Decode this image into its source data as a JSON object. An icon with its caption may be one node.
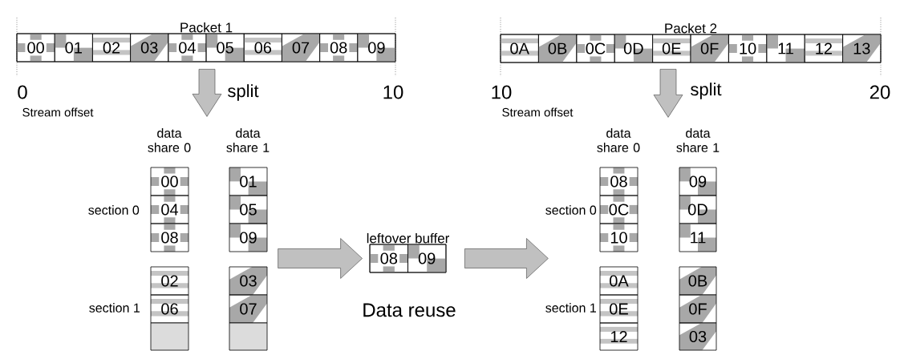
{
  "diagram": {
    "nodes": [
      {
        "text": [
          "Packet 1"
        ]
      },
      {
        "text": [
          "00"
        ],
        "in": 0
      },
      {
        "text": [
          "01"
        ],
        "in": 0
      },
      {
        "text": [
          "02"
        ],
        "in": 0
      },
      {
        "text": [
          "03"
        ],
        "in": 0
      },
      {
        "text": [
          "04"
        ],
        "in": 0
      },
      {
        "text": [
          "05"
        ],
        "in": 0
      },
      {
        "text": [
          "06"
        ],
        "in": 0
      },
      {
        "text": [
          "07"
        ],
        "in": 0
      },
      {
        "text": [
          "08"
        ],
        "in": 0
      },
      {
        "text": [
          "09"
        ],
        "in": 0
      },
      {
        "text": [
          "Packet 2"
        ]
      },
      {
        "text": [
          "0A"
        ],
        "in": 11
      },
      {
        "text": [
          "0B"
        ],
        "in": 11
      },
      {
        "text": [
          "0C"
        ],
        "in": 11
      },
      {
        "text": [
          "0D"
        ],
        "in": 11
      },
      {
        "text": [
          "0E"
        ],
        "in": 11
      },
      {
        "text": [
          "0F"
        ],
        "in": 11
      },
      {
        "text": [
          "10"
        ],
        "in": 11
      },
      {
        "text": [
          "11"
        ],
        "in": 11
      },
      {
        "text": [
          "12"
        ],
        "in": 11
      },
      {
        "text": [
          "13"
        ],
        "in": 11
      },
      {
        "text": [
          "00"
        ]
      },
      {
        "text": [
          "04"
        ]
      },
      {
        "text": [
          "08"
        ]
      },
      {
        "text": [
          "01"
        ]
      },
      {
        "text": [
          "05"
        ]
      },
      {
        "text": [
          "09"
        ]
      },
      {
        "text": [
          "02"
        ]
      },
      {
        "text": [
          "06"
        ]
      },
      {
        "text": [],
        "shape": "box"
      },
      {
        "text": [
          "03"
        ]
      },
      {
        "text": [
          "07"
        ]
      },
      {
        "text": [],
        "shape": "box"
      },
      {
        "text": [
          "leftover buffer"
        ]
      },
      {
        "text": [
          "08"
        ],
        "in": 34
      },
      {
        "text": [
          "09"
        ],
        "in": 34
      },
      {
        "text": [
          "08"
        ]
      },
      {
        "text": [
          "0C"
        ]
      },
      {
        "text": [
          "10"
        ]
      },
      {
        "text": [
          "09"
        ]
      },
      {
        "text": [
          "0D"
        ]
      },
      {
        "text": [
          "11"
        ]
      },
      {
        "text": [
          "0A"
        ]
      },
      {
        "text": [
          "0E"
        ]
      },
      {
        "text": [
          "12"
        ]
      },
      {
        "text": [
          "0B"
        ]
      },
      {
        "text": [
          "0F"
        ]
      },
      {
        "text": [
          "03"
        ]
      }
    ],
    "edges": [
      {
        "from": 0,
        "to": null,
        "arrow": "to",
        "label": "split"
      },
      {
        "from": 11,
        "to": null,
        "arrow": "to",
        "label": "split"
      },
      {
        "from": null,
        "to": 34,
        "arrow": "to"
      },
      {
        "from": 34,
        "to": null,
        "arrow": "to"
      }
    ],
    "labels": [
      "0",
      "10",
      "Stream offset",
      "data share 0",
      "data share 1",
      "section 0",
      "section 1",
      "10",
      "20",
      "Stream offset",
      "data share 0",
      "data share 1",
      "section 0",
      "section 1",
      "Data reuse"
    ]
  }
}
